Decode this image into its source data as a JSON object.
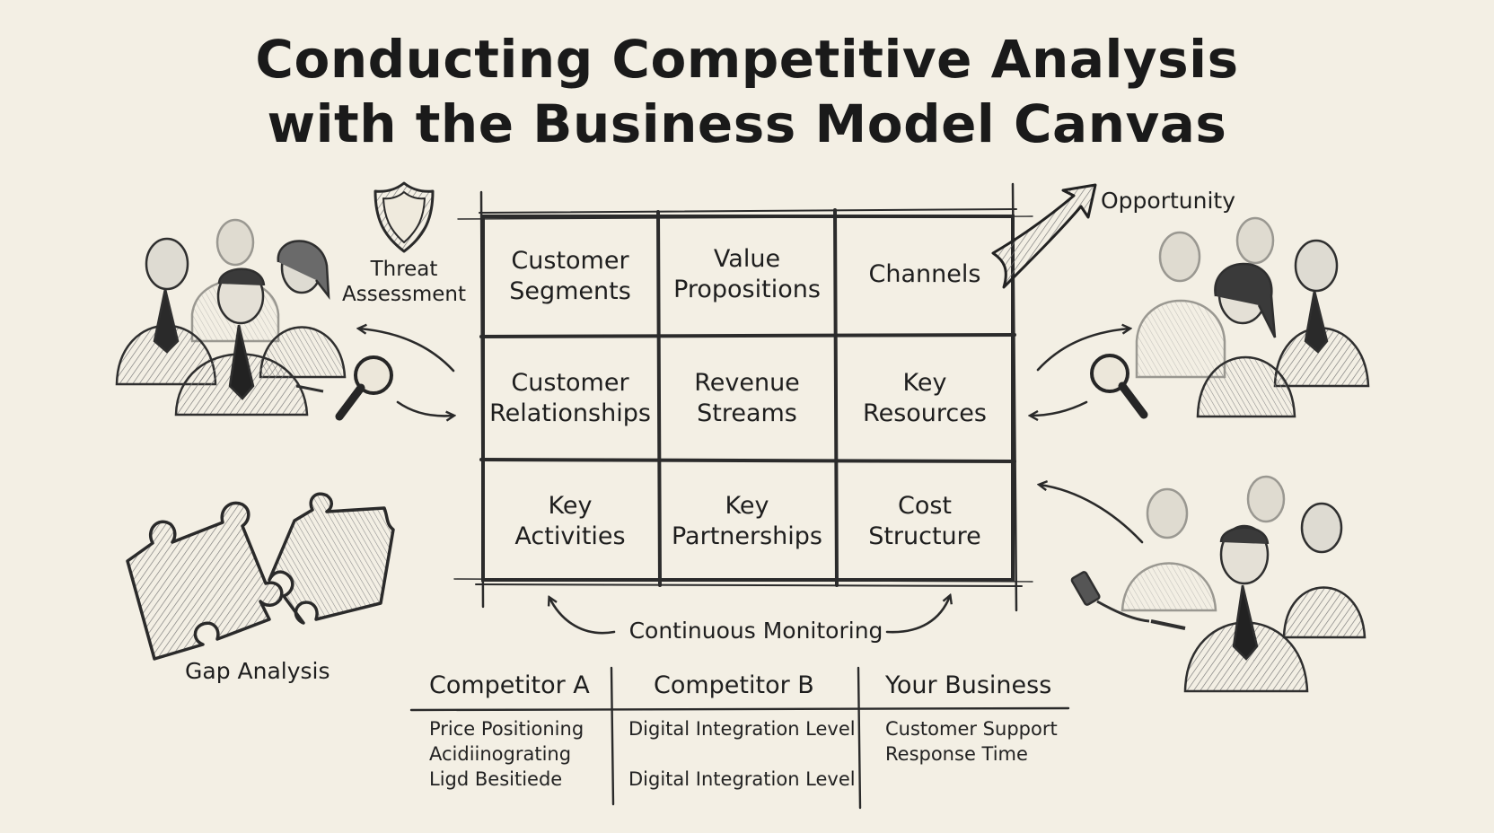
{
  "title": {
    "line1": "Conducting Competitive Analysis",
    "line2": "with the Business Model Canvas"
  },
  "canvas": {
    "cells": [
      {
        "line1": "Customer",
        "line2": "Segments"
      },
      {
        "line1": "Value",
        "line2": "Propositions"
      },
      {
        "line1": "Channels",
        "line2": ""
      },
      {
        "line1": "Customer",
        "line2": "Relationships"
      },
      {
        "line1": "Revenue",
        "line2": "Streams"
      },
      {
        "line1": "Key",
        "line2": "Resources"
      },
      {
        "line1": "Key",
        "line2": "Activities"
      },
      {
        "line1": "Key",
        "line2": "Partnerships"
      },
      {
        "line1": "Cost",
        "line2": "Structure"
      }
    ]
  },
  "labels": {
    "threat_line1": "Threat",
    "threat_line2": "Assessment",
    "opportunity": "Opportunity",
    "gap_analysis": "Gap Analysis",
    "continuous_monitoring": "Continuous Monitoring"
  },
  "comparison": {
    "headers": [
      "Competitor A",
      "Competitor B",
      "Your Business"
    ],
    "competitor_a": [
      "Price Positioning",
      "Acidiinograting",
      "Ligd Besitiede"
    ],
    "competitor_b": [
      "Digital Integration Level",
      "",
      "Digital Integration Level"
    ],
    "your_business": [
      "Customer Support",
      "Response Time",
      ""
    ]
  },
  "icons": {
    "shield": "shield-icon",
    "magnifier": "magnifying-glass-icon",
    "puzzle": "puzzle-pieces-icon",
    "arrow": "trend-arrow-icon"
  },
  "colors": {
    "paper": "#f3efe4",
    "ink": "#1e1e1e",
    "pencil": "#3a3a3a"
  }
}
